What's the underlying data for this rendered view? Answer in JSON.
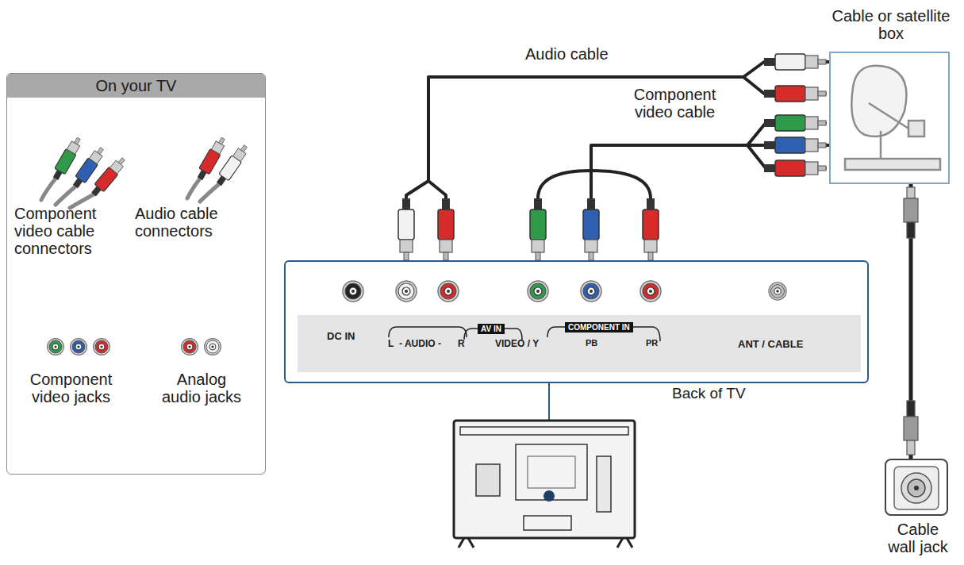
{
  "diagram": {
    "nodes": [
      {
        "text": [
          "On your TV"
        ]
      },
      {
        "text": [
          "Cable or satellite box"
        ]
      },
      {
        "text": [
          "Back of TV"
        ]
      },
      {
        "text": [
          "Cable wall jack"
        ]
      }
    ],
    "edges": [
      {
        "from": 1,
        "to": 2,
        "arrow": "none",
        "label": "Audio cable"
      },
      {
        "from": 1,
        "to": 2,
        "arrow": "none",
        "label": "Component video cable"
      },
      {
        "from": 1,
        "to": 3,
        "arrow": "none"
      }
    ],
    "labels": [
      "Component video cable connectors",
      "Audio cable connectors",
      "Component video jacks",
      "Analog audio jacks",
      "DC IN",
      "L",
      "- AUDIO -",
      "R",
      "AV IN",
      "VIDEO / Y",
      "COMPONENT IN",
      "PB",
      "PR",
      "ANT / CABLE"
    ]
  }
}
